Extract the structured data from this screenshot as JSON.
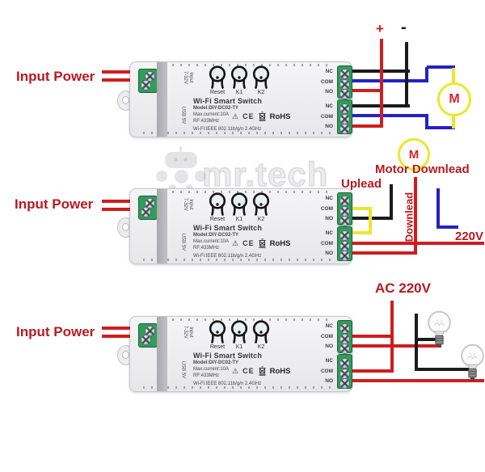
{
  "watermark": {
    "text": "mr.tech"
  },
  "labels": {
    "input_power": "Input Power",
    "plus": "+",
    "minus": "-",
    "motor": "M",
    "motor_downlead": "Motor Downlead",
    "uplead": "Uplead",
    "downlead": "Downlead",
    "v220": "220V",
    "ac220": "AC 220V"
  },
  "device": {
    "title": "Wi-Fi Smart Switch",
    "model": "Model:DIY-DC02-TY",
    "max_current": "Max.current:10A",
    "rf": "RF:433MHz",
    "wifi": "Wi-Fi:IEEE 802.11b/g/n 2.4GHz",
    "warning": "⚠",
    "ce": "CE",
    "rohs": "RoHS",
    "reset": "Reset",
    "k1": "K1",
    "k2": "K2",
    "side_input_line1": "Input",
    "side_input_line2": "7-32V",
    "side_usb": "USB 5V",
    "t1": "NC",
    "t2": "COM",
    "t3": "NO",
    "t4": "NC",
    "t5": "COM",
    "t6": "NO"
  },
  "colors": {
    "red": "#cf1d1f",
    "black": "#1b1b1b",
    "blue": "#2321c6",
    "yellow": "#ede431",
    "green": "#2f9e57",
    "label_red": "#b9191f"
  }
}
